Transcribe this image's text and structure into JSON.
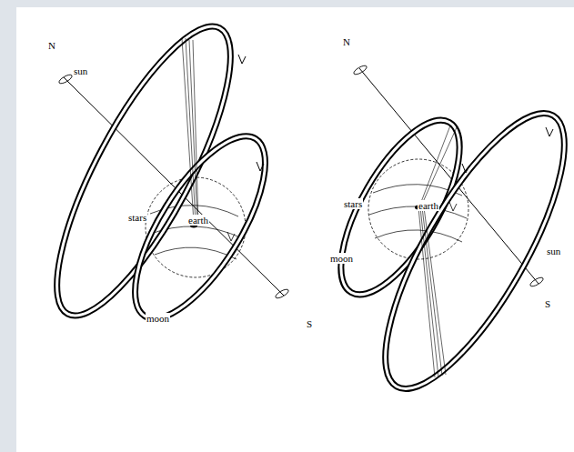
{
  "diagram": {
    "labels": [
      "N",
      "sun",
      "stars",
      "earth",
      "moon",
      "S",
      "N",
      "stars",
      "moon",
      "earth",
      "sun",
      "S"
    ]
  }
}
